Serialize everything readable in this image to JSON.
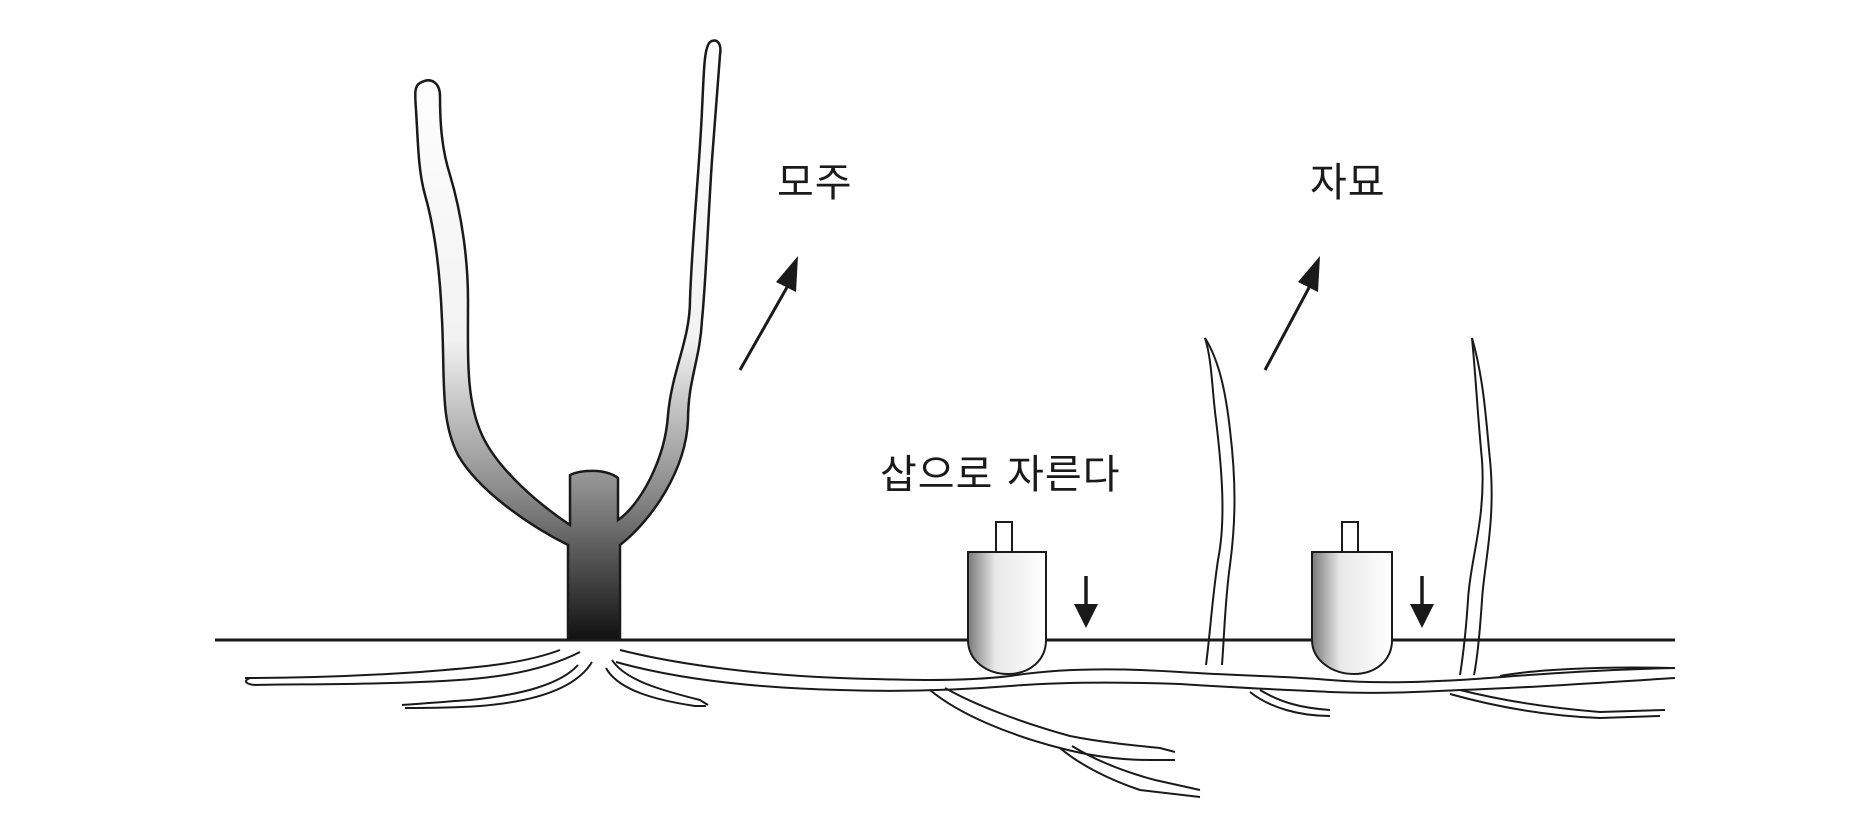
{
  "labels": {
    "mother_plant": "모주",
    "daughter_plant": "자묘",
    "cut_with_shovel": "삽으로 자른다"
  },
  "colors": {
    "line": "#1a1a1a",
    "stem_gradient_top": "#ffffff",
    "stem_gradient_bottom": "#111111",
    "shovel_light": "#ffffff",
    "shovel_dark": "#8a8a8a"
  }
}
